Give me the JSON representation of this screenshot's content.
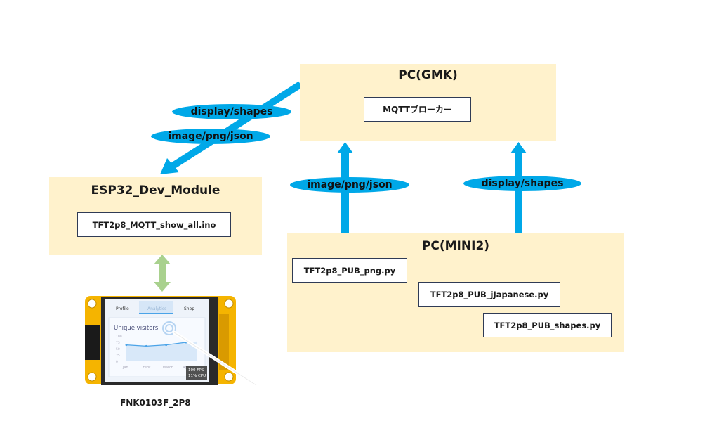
{
  "colors": {
    "group_fill": "#fff2cc",
    "arrow_blue": "#00a8e8",
    "arrow_green": "#a9d18e",
    "node_border": "#2f3b55"
  },
  "groups": {
    "pc_gmk": {
      "title": "PC(GMK)",
      "nodes": [
        "MQTTブローカー"
      ]
    },
    "esp32": {
      "title": "ESP32_Dev_Module",
      "nodes": [
        "TFT2p8_MQTT_show_all.ino"
      ]
    },
    "pc_mini2": {
      "title": "PC(MINI2)",
      "nodes": [
        "TFT2p8_PUB_png.py",
        "TFT2p8_PUB_jJapanese.py",
        "TFT2p8_PUB_shapes.py"
      ]
    }
  },
  "edge_labels": {
    "gmk_to_esp_1": "display/shapes",
    "gmk_to_esp_2": "image/png/json",
    "mini2_png": "image/png/json",
    "mini2_shapes": "display/shapes"
  },
  "device": {
    "label": "FNK0103F_2P8",
    "screen": {
      "tabs": [
        "Profile",
        "Analytics",
        "Shop"
      ],
      "chart_title": "Unique visitors",
      "y_ticks": [
        "100",
        "75",
        "50",
        "25",
        "0"
      ],
      "x_ticks": [
        "Jan",
        "Febr",
        "March",
        "Apr"
      ],
      "values": [
        65,
        60,
        65,
        75
      ],
      "fps": "100 FPS",
      "cpu": "11% CPU"
    }
  }
}
